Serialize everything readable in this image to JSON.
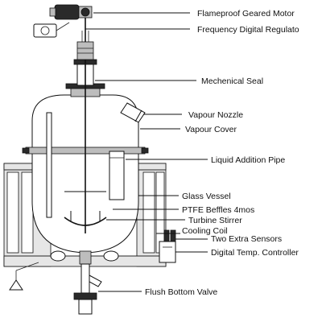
{
  "labels": {
    "motor": "Flameproof Geared Motor",
    "regulator": "Frequency Digital Regulato",
    "seal": "Mechenical Seal",
    "vapour_nozzle": "Vapour Nozzle",
    "vapour_cover": "Vapour Cover",
    "liquid_pipe": "Liquid Addition Pipe",
    "glass_vessel": "Glass Vessel",
    "baffles": "PTFE Beffles 4mos",
    "stirrer": "Turbine Stirrer",
    "cooling_coil": "Cooling Coil",
    "sensors": "Two Extra Sensors",
    "temp_controller": "Digital Temp. Controller",
    "flush_valve": "Flush Bottom Valve"
  },
  "colors": {
    "ink": "#111111",
    "metal": "#bdbdbd",
    "dark_metal": "#2a2a2a",
    "background": "#ffffff"
  }
}
